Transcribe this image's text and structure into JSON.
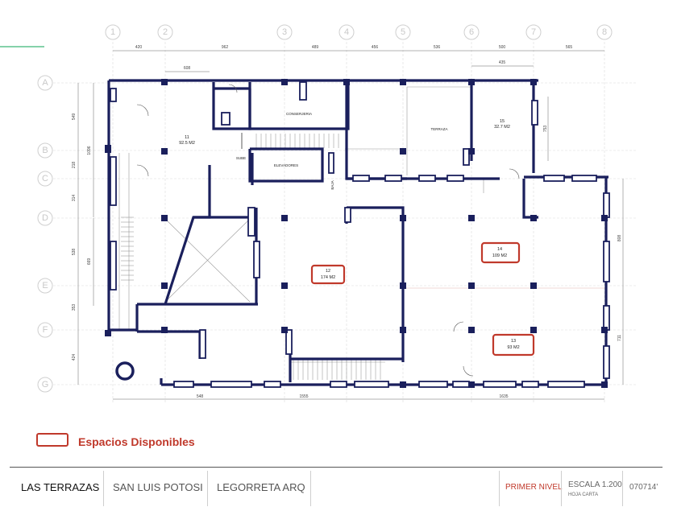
{
  "grid": {
    "columns": [
      "1",
      "2",
      "3",
      "4",
      "5",
      "6",
      "7",
      "8"
    ],
    "rows": [
      "A",
      "B",
      "C",
      "D",
      "E",
      "F",
      "G"
    ]
  },
  "dimensions": {
    "top": [
      "420",
      "962",
      "489",
      "456",
      "536",
      "500",
      "565"
    ],
    "top_sub": [
      "608",
      "435"
    ],
    "left": [
      "549",
      "218",
      "314",
      "538",
      "353",
      "424"
    ],
    "left_sub": [
      "1096",
      "669"
    ],
    "bottom": [
      "548",
      "1555",
      "1635"
    ],
    "right": [
      "753",
      "808",
      "711"
    ]
  },
  "rooms": {
    "conserjeria": "CONSERJERIA",
    "elevadores": "ELEVADORES",
    "terraza": "TERRAZA",
    "sube": "SUBE",
    "baja": "BAJA",
    "unit11": {
      "num": "11",
      "area": "92.5 M2"
    },
    "unit15": {
      "num": "15",
      "area": "32.7 M2"
    },
    "unit12": {
      "num": "12",
      "area": "174 M2"
    },
    "unit14": {
      "num": "14",
      "area": "109 M2"
    },
    "unit13": {
      "num": "13",
      "area": "93 M2"
    }
  },
  "legend": {
    "label": "Espacios Disponibles",
    "color": "#c0392b"
  },
  "title_block": {
    "project": "LAS TERRAZAS",
    "city": "SAN LUIS POTOSI",
    "firm": "LEGORRETA  ARQ",
    "level": "PRIMER NIVEL",
    "scale": "ESCALA  1.200",
    "sheet": "HOJA CARTA",
    "code": "070714'"
  },
  "colors": {
    "wall": "#1a1f5c",
    "highlight": "#c0392b",
    "accent_line": "#3cb878"
  }
}
